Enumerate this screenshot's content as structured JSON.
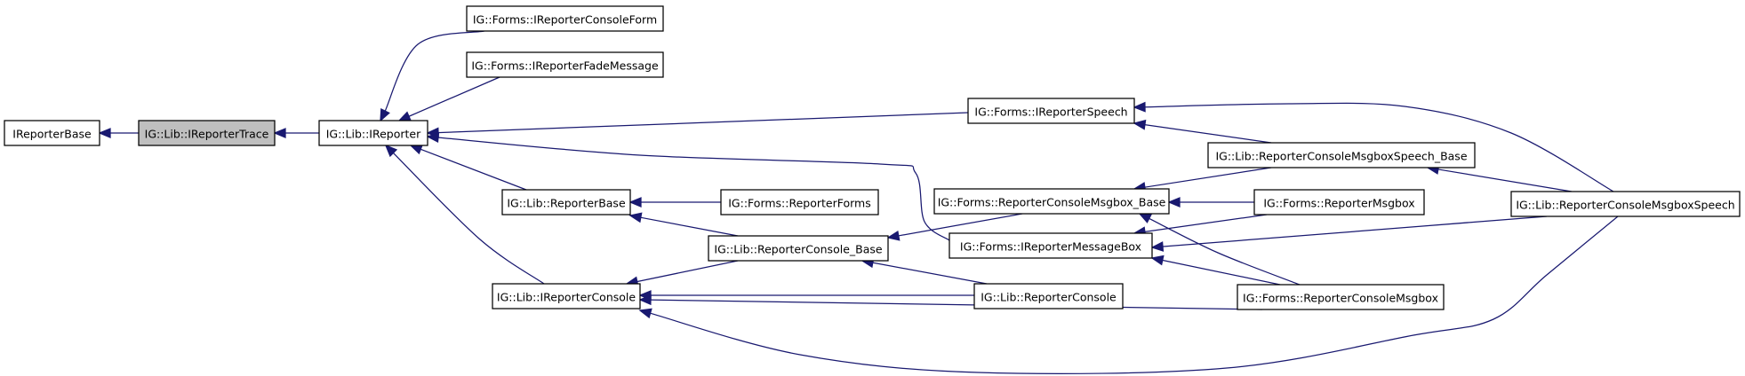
{
  "diagram": {
    "edge_color": "#191970",
    "highlight_fill": "#bfbfbf",
    "nodes": [
      {
        "id": "ireporterbase",
        "label": "IReporterBase",
        "highlight": false
      },
      {
        "id": "ireportertrace",
        "label": "IG::Lib::IReporterTrace",
        "highlight": true
      },
      {
        "id": "ireporter",
        "label": "IG::Lib::IReporter",
        "highlight": false
      },
      {
        "id": "ireporterconsoleform",
        "label": "IG::Forms::IReporterConsoleForm",
        "highlight": false
      },
      {
        "id": "ireporterfademessage",
        "label": "IG::Forms::IReporterFadeMessage",
        "highlight": false
      },
      {
        "id": "libreporterbase",
        "label": "IG::Lib::ReporterBase",
        "highlight": false
      },
      {
        "id": "ireporterconsole",
        "label": "IG::Lib::IReporterConsole",
        "highlight": false
      },
      {
        "id": "reporterforms",
        "label": "IG::Forms::ReporterForms",
        "highlight": false
      },
      {
        "id": "reporterconsolebase",
        "label": "IG::Lib::ReporterConsole_Base",
        "highlight": false
      },
      {
        "id": "ireporterspeech",
        "label": "IG::Forms::IReporterSpeech",
        "highlight": false
      },
      {
        "id": "reporterconsolemsgboxbase",
        "label": "IG::Forms::ReporterConsoleMsgbox_Base",
        "highlight": false
      },
      {
        "id": "ireportermessagebox",
        "label": "IG::Forms::IReporterMessageBox",
        "highlight": false
      },
      {
        "id": "libreporterconsole",
        "label": "IG::Lib::ReporterConsole",
        "highlight": false
      },
      {
        "id": "reporterconsolemsgboxspeechbase",
        "label": "IG::Lib::ReporterConsoleMsgboxSpeech_Base",
        "highlight": false
      },
      {
        "id": "reportermsgbox",
        "label": "IG::Forms::ReporterMsgbox",
        "highlight": false
      },
      {
        "id": "reporterconsolemsgbox",
        "label": "IG::Forms::ReporterConsoleMsgbox",
        "highlight": false
      },
      {
        "id": "reporterconsolemsgboxspeech",
        "label": "IG::Lib::ReporterConsoleMsgboxSpeech",
        "highlight": false
      }
    ],
    "edges": [
      {
        "from": "ireportertrace",
        "to": "ireporterbase"
      },
      {
        "from": "ireporter",
        "to": "ireportertrace"
      },
      {
        "from": "ireporterconsoleform",
        "to": "ireporter"
      },
      {
        "from": "ireporterfademessage",
        "to": "ireporter"
      },
      {
        "from": "ireporterspeech",
        "to": "ireporter"
      },
      {
        "from": "ireportermessagebox",
        "to": "ireporter"
      },
      {
        "from": "libreporterbase",
        "to": "ireporter"
      },
      {
        "from": "ireporterconsole",
        "to": "ireporter"
      },
      {
        "from": "reporterforms",
        "to": "libreporterbase"
      },
      {
        "from": "reporterconsolebase",
        "to": "libreporterbase"
      },
      {
        "from": "reporterconsolebase",
        "to": "ireporterconsole"
      },
      {
        "from": "libreporterconsole",
        "to": "ireporterconsole"
      },
      {
        "from": "reporterconsolemsgbox",
        "to": "ireporterconsole"
      },
      {
        "from": "reporterconsolemsgboxspeech",
        "to": "ireporterconsole"
      },
      {
        "from": "reporterconsolemsgboxbase",
        "to": "reporterconsolebase"
      },
      {
        "from": "libreporterconsole",
        "to": "reporterconsolebase"
      },
      {
        "from": "reporterconsolemsgboxspeechbase",
        "to": "ireporterspeech"
      },
      {
        "from": "reporterconsolemsgboxspeech",
        "to": "ireporterspeech"
      },
      {
        "from": "reporterconsolemsgboxspeechbase",
        "to": "reporterconsolemsgboxbase"
      },
      {
        "from": "reportermsgbox",
        "to": "reporterconsolemsgboxbase"
      },
      {
        "from": "reporterconsolemsgbox",
        "to": "reporterconsolemsgboxbase"
      },
      {
        "from": "reporterconsolemsgboxspeech",
        "to": "reporterconsolemsgboxspeechbase"
      },
      {
        "from": "reportermsgbox",
        "to": "ireportermessagebox"
      },
      {
        "from": "reporterconsolemsgbox",
        "to": "ireportermessagebox"
      },
      {
        "from": "reporterconsolemsgboxspeech",
        "to": "ireportermessagebox"
      }
    ]
  }
}
